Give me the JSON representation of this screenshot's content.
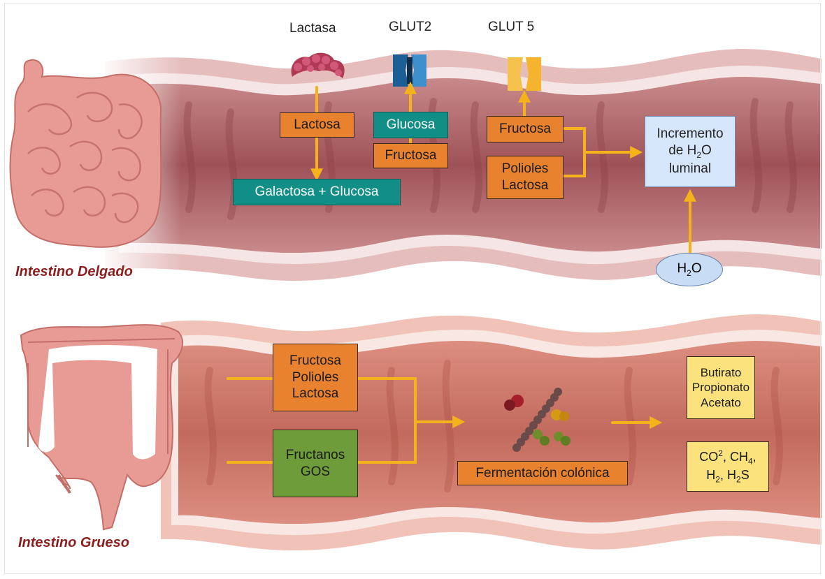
{
  "diagram": {
    "small_intestine": {
      "section_label": "Intestino Delgado",
      "transporter_labels": {
        "lactase": "Lactasa",
        "glut2": "GLUT2",
        "glut5": "GLUT 5"
      },
      "boxes": {
        "lactosa": "Lactosa",
        "galactosa_glucosa": "Galactosa + Glucosa",
        "glucosa": "Glucosa",
        "fructosa_glut2": "Fructosa",
        "fructosa_glut5": "Fructosa",
        "polioles_lactosa_l1": "Polioles",
        "polioles_lactosa_l2": "Lactosa",
        "incremento_l1": "Incremento",
        "incremento_l2_prefix": "de H",
        "incremento_l2_sub": "2",
        "incremento_l2_suffix": "O",
        "incremento_l3": "luminal",
        "water_prefix": "H",
        "water_sub": "2",
        "water_suffix": "O"
      }
    },
    "large_intestine": {
      "section_label": "Intestino Grueso",
      "boxes": {
        "fodmap_l1": "Fructosa",
        "fodmap_l2": "Polioles",
        "fodmap_l3": "Lactosa",
        "fructanos_l1": "Fructanos",
        "fructanos_l2": "GOS",
        "fermentacion": "Fermentación colónica",
        "scfa_l1": "Butirato",
        "scfa_l2": "Propionato",
        "scfa_l3": "Acetato",
        "gas_co": "CO",
        "gas_co_sup": "2",
        "gas_ch": ", CH",
        "gas_ch_sub": "4",
        "gas_comma": ",",
        "gas_h": "H",
        "gas_h_sub": "2",
        "gas_h2s_prefix": ", H",
        "gas_h2s_sub": "2",
        "gas_h2s_suffix": "S"
      }
    },
    "colors": {
      "orange_box": "#e9822e",
      "teal_box": "#118f86",
      "green_box": "#6e9c3a",
      "yellow_box": "#fbe27c",
      "blue_box": "#d6e6fb",
      "arrow": "#f5b31b",
      "tissue": "#a85a5e",
      "section_label": "#8c1d1d"
    }
  }
}
